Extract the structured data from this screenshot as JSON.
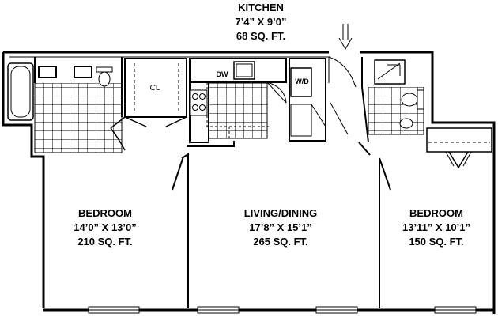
{
  "kitchen": {
    "name": "KITCHEN",
    "dimensions": "7’4” X 9’0”",
    "area": "68 SQ. FT."
  },
  "bedroom_left": {
    "name": "BEDROOM",
    "dimensions": "14’0” X 13’0”",
    "area": "210 SQ. FT."
  },
  "living": {
    "name": "LIVING/DINING",
    "dimensions": "17’8” X 15’1”",
    "area": "265 SQ. FT."
  },
  "bedroom_right": {
    "name": "BEDROOM",
    "dimensions": "13’11” X 10’1”",
    "area": "150 SQ. FT."
  },
  "labels": {
    "closet": "CL",
    "dishwasher": "DW",
    "washer_dryer": "W/D"
  },
  "colors": {
    "wall": "#000000",
    "tile_grid": "#000000",
    "background": "#ffffff"
  }
}
